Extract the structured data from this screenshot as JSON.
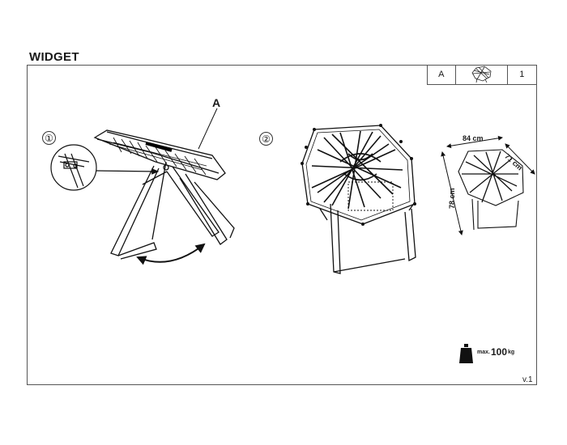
{
  "header": {
    "title": "WIDGET"
  },
  "parts_table": {
    "part_letter": "A",
    "part_icon": "chair-part-icon",
    "quantity": "1"
  },
  "steps": {
    "step1": "①",
    "step2": "②"
  },
  "callout": {
    "label": "A"
  },
  "dimensions": {
    "width": "84 cm",
    "depth": "71 cm",
    "height": "78 cm"
  },
  "max_load": {
    "label": "max.",
    "value": "100",
    "unit": "kg"
  },
  "footer": {
    "version": "v.1"
  }
}
